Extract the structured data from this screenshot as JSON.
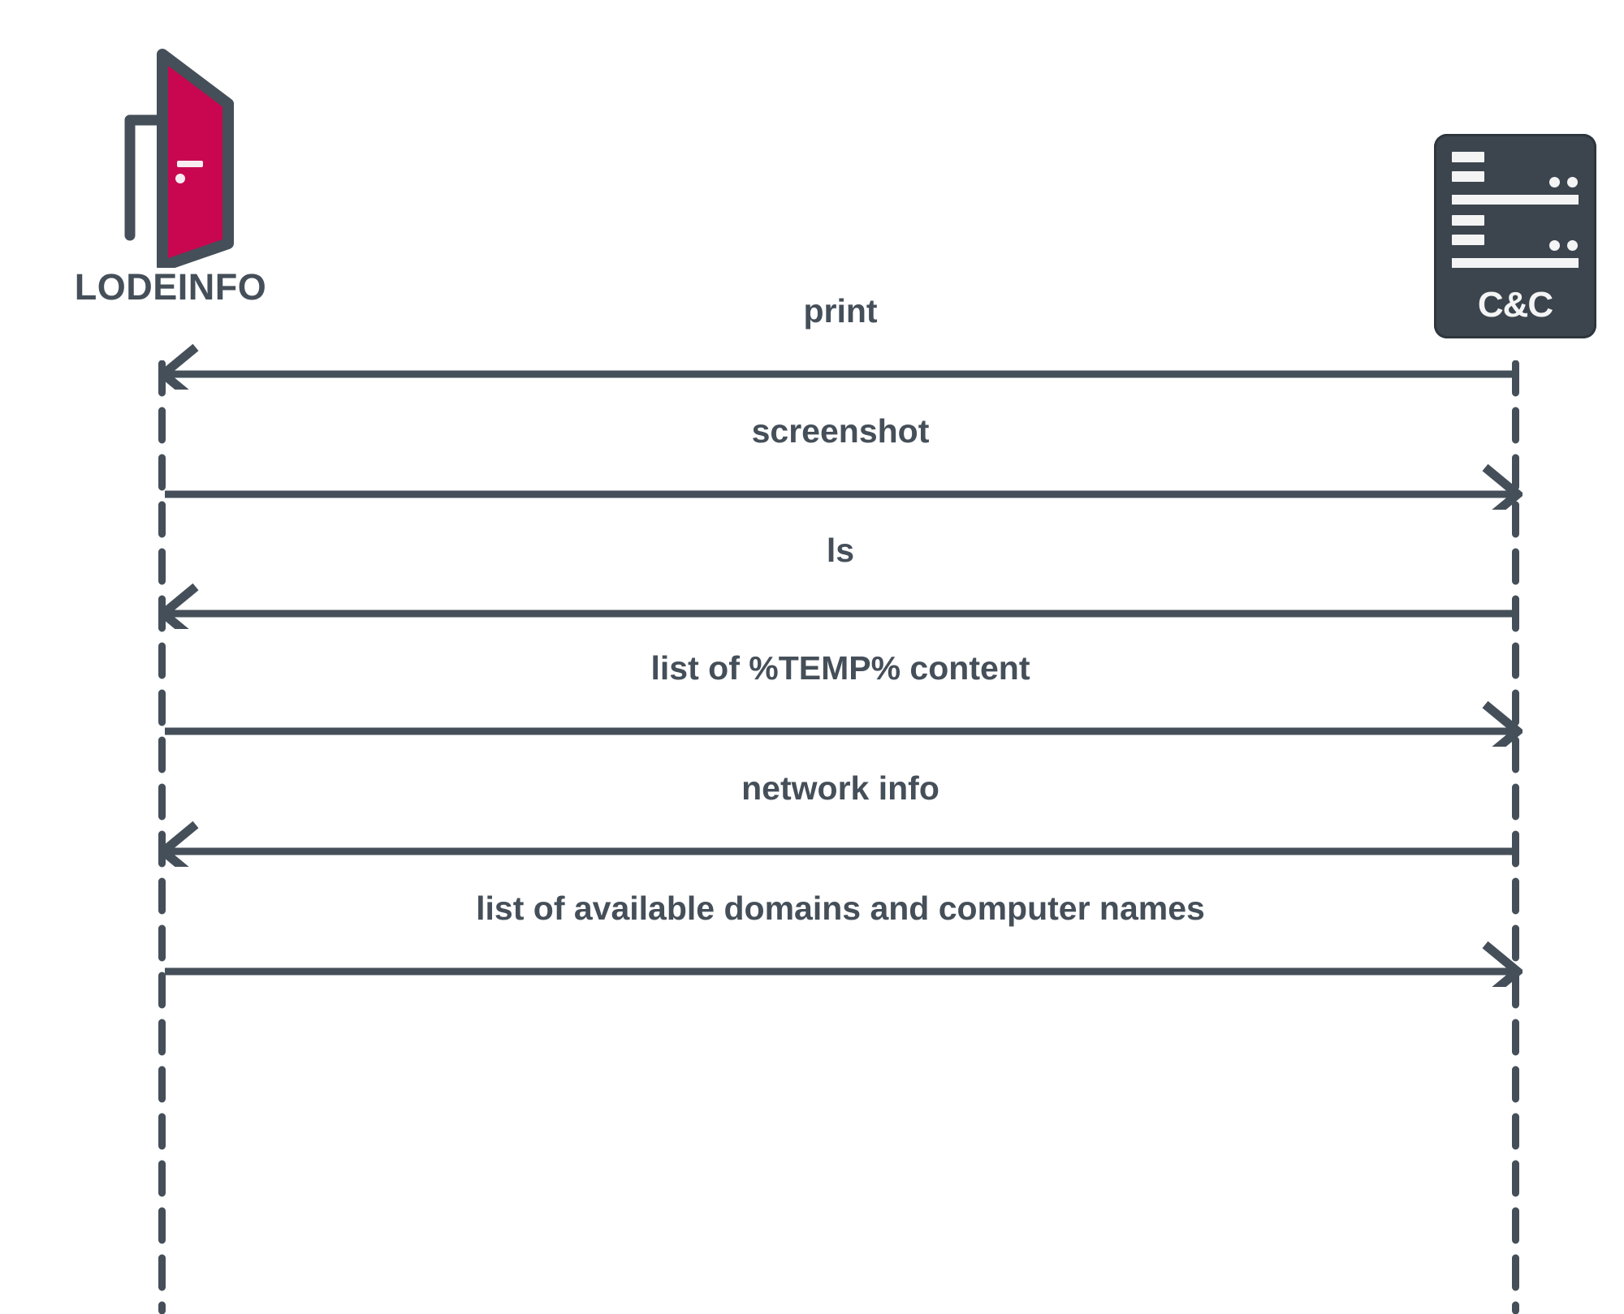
{
  "diagram": {
    "type": "sequence-diagram",
    "title": "LODEINFO C&C command sequence",
    "colors": {
      "ink": "#454F59",
      "ink_dark": "#3C454E",
      "accent_crimson": "#C80750",
      "paper": "#FFFFFF",
      "icon_light": "#F4F4F5"
    },
    "actors": [
      {
        "id": "lodeinfo",
        "label": "LODEINFO",
        "icon": "open-door-icon",
        "side": "left"
      },
      {
        "id": "cnc",
        "label": "C&C",
        "icon": "server-icon",
        "side": "right"
      }
    ],
    "messages": [
      {
        "label": "print",
        "direction": "left",
        "from": "cnc",
        "to": "lodeinfo"
      },
      {
        "label": "screenshot",
        "direction": "right",
        "from": "lodeinfo",
        "to": "cnc"
      },
      {
        "label": "ls",
        "direction": "left",
        "from": "cnc",
        "to": "lodeinfo"
      },
      {
        "label": "list of %TEMP% content",
        "direction": "right",
        "from": "lodeinfo",
        "to": "cnc"
      },
      {
        "label": "network info",
        "direction": "left",
        "from": "cnc",
        "to": "lodeinfo"
      },
      {
        "label": "list of available domains and computer names",
        "direction": "right",
        "from": "lodeinfo",
        "to": "cnc"
      }
    ]
  }
}
